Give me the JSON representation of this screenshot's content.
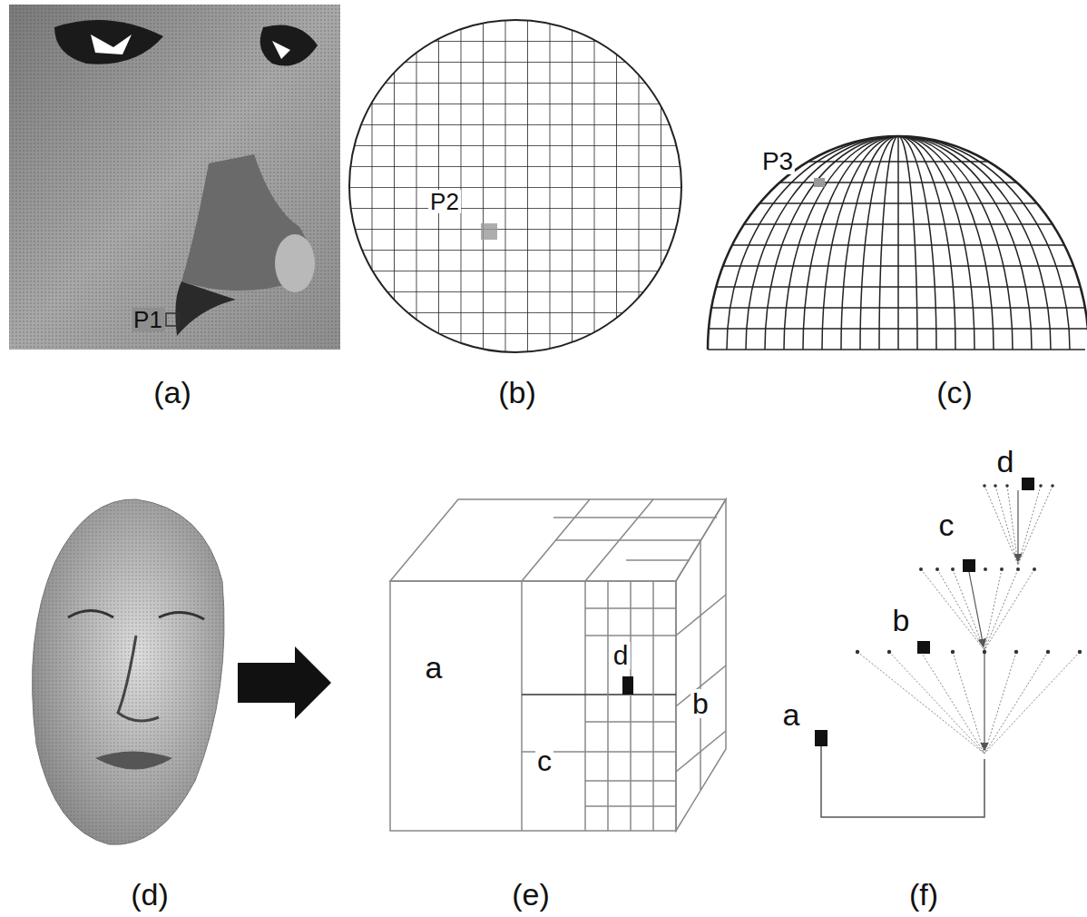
{
  "diagram": {
    "labels": [
      "P1",
      "P2",
      "P3",
      "(a)",
      "(b)",
      "(c)",
      "(d)",
      "(e)",
      "(f)",
      "a",
      "d",
      "b",
      "c",
      "d",
      "c",
      "b",
      "a"
    ]
  }
}
